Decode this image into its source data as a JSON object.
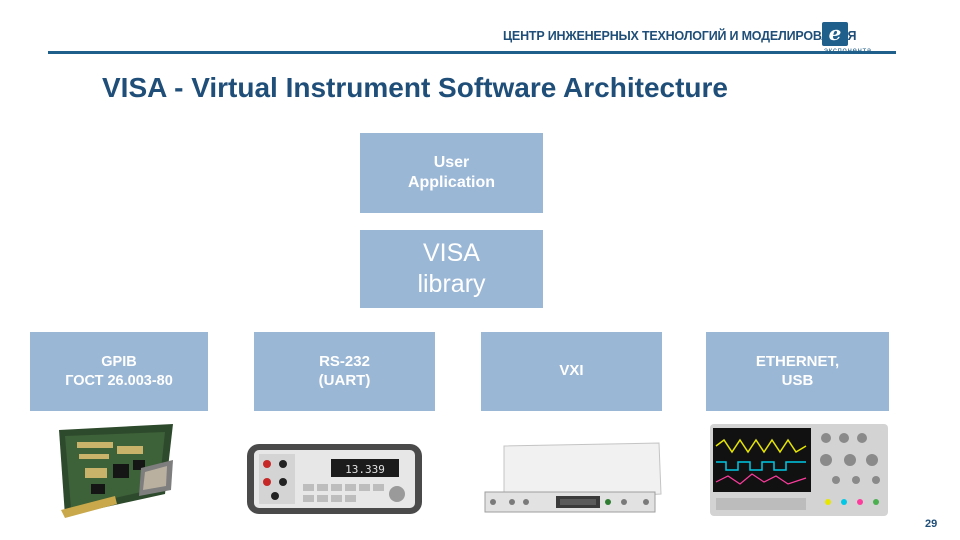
{
  "header": {
    "org_name": "ЦЕНТР ИНЖЕНЕРНЫХ ТЕХНОЛОГИЙ И МОДЕЛИРОВАНИЯ",
    "logo_mark": "e",
    "logo_text": "экспонента"
  },
  "title": "VISA - Virtual Instrument Software Architecture",
  "diagram": {
    "user_app": "User\nApplication",
    "visa": "VISA\nlibrary",
    "interfaces": [
      {
        "label": "GPIB\nГОСТ 26.003-80"
      },
      {
        "label": "RS-232\n(UART)"
      },
      {
        "label": "VXI"
      },
      {
        "label": "ETHERNET,\nUSB"
      }
    ]
  },
  "photos": {
    "multimeter_display": "13.339"
  },
  "page_number": "29",
  "colors": {
    "box_fill": "#9bb7d6",
    "title": "#1f4e79",
    "rule": "#1f5f8b"
  }
}
